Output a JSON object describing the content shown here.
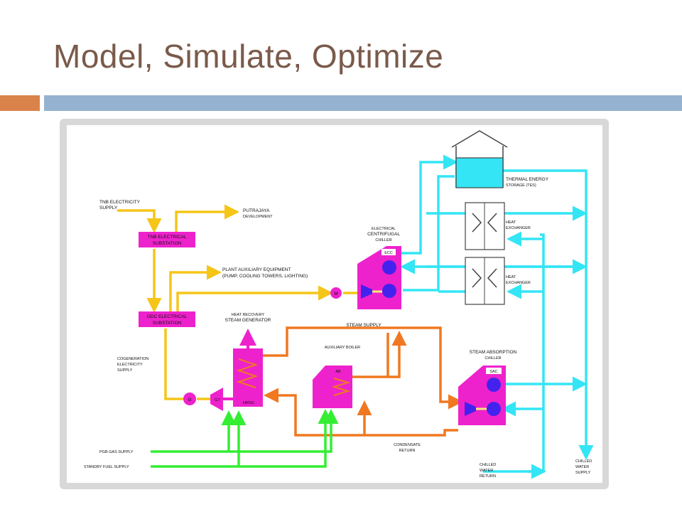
{
  "slide": {
    "title": "Model, Simulate, Optimize"
  },
  "diagram": {
    "labels": {
      "tnb_supply_1": "TNB ELECTRICITY",
      "tnb_supply_2": "SUPPLY",
      "putrajaya_1": "PUTRAJAYA",
      "putrajaya_2": "DEVELOPMENT",
      "tnb_sub_1": "TNB ELECTRICAL",
      "tnb_sub_2": "SUBSTATION",
      "gdc_sub_1": "GDC ELECTRICAL",
      "gdc_sub_2": "SUBSTATION",
      "plant_aux_1": "PLANT AUXILIARY EQUIPMENT",
      "plant_aux_2": "(PUMP, COOLING TOWERS, LIGHTING)",
      "motor": "M",
      "ecc_1": "ELECTRICAL",
      "ecc_2": "CENTRIFUGAL",
      "ecc_3": "CHILLER",
      "ecc_tag": "ECC",
      "tes_1": "THERMAL ENERGY",
      "tes_2": "STORAGE (TES)",
      "hx1_1": "HEAT",
      "hx1_2": "EXCHANGER",
      "hx2_1": "HEAT",
      "hx2_2": "EXCHANGER",
      "hrsg_1": "HEAT RECOVERY",
      "hrsg_2": "STEAM GENERATOR",
      "hrsg_tag": "HRSG",
      "steam_supply": "STEAM SUPPLY",
      "aux_boiler": "AUXILIARY BOILER",
      "ab_tag": "AB",
      "sac_1": "STEAM ABSORPTION",
      "sac_2": "CHILLER",
      "sac_tag": "SAC",
      "cogen_1": "COGENERATION",
      "cogen_2": "ELECTRICITY",
      "cogen_3": "SUPPLY",
      "gen": "G",
      "gt": "GT",
      "condensate_1": "CONDENSATE",
      "condensate_2": "RETURN",
      "pgb_gas": "PGB GAS SUPPLY",
      "standby_fuel": "STANDBY FUEL SUPPLY",
      "cw_return_1": "CHILLED",
      "cw_return_2": "WATER",
      "cw_return_3": "RETURN",
      "cw_supply_1": "CHILLED",
      "cw_supply_2": "WATER",
      "cw_supply_3": "SUPPLY"
    },
    "colors": {
      "electric": "#f5c518",
      "steam": "#f07820",
      "fuel": "#33ee33",
      "chilled": "#33e5f5",
      "equipment": "#ee22cc",
      "component": "#4422ee"
    }
  }
}
